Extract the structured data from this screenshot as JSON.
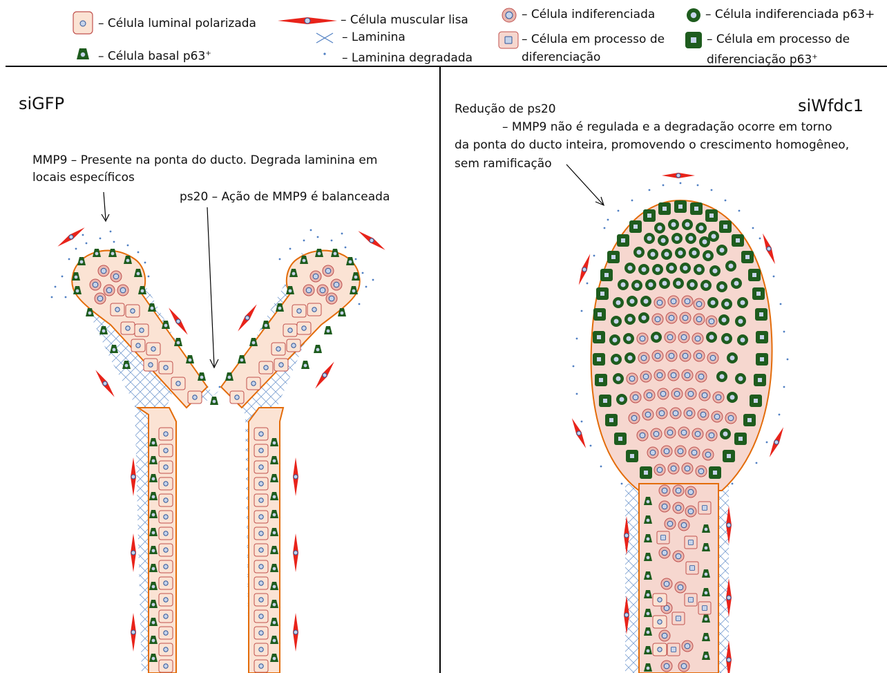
{
  "legend": {
    "luminal_polarized": "– Célula luminal polarizada",
    "basal_p63": "– Célula basal p63",
    "smooth_muscle": "– Célula muscular lisa",
    "laminin": "– Laminina",
    "laminin_degraded": "– Laminina degradada",
    "undifferentiated": "– Célula indiferenciada",
    "differentiating_line1": "– Célula em processo de",
    "differentiating_line2": "diferenciação",
    "undifferentiated_p63": "– Célula indiferenciada p63+",
    "differentiating_p63_line1": "– Célula em processo de",
    "differentiating_p63_line2": "diferenciação p63",
    "sup_plus": "+"
  },
  "left_panel": {
    "title": "siGFP",
    "mmp9_line1": "MMP9 – Presente na ponta do ducto. Degrada laminina em",
    "mmp9_line2": "locais específicos",
    "ps20": "ps20 –  Ação de MMP9 é balanceada"
  },
  "right_panel": {
    "title": "siWfdc1",
    "note_line1": "Redução de ps20",
    "note_line2": "– MMP9 não é regulada e a degradação ocorre em torno",
    "note_line3": "da ponta do ducto inteira, promovendo o crescimento homogêneo,",
    "note_line4": "sem ramificação"
  },
  "colors": {
    "luminal_fill": "#fbe3d4",
    "luminal_stroke": "#c0504d",
    "nucleus_fill": "#c5d3ea",
    "nucleus_stroke": "#2f5597",
    "basal_green": "#1e5c1e",
    "muscle_red": "#e8231a",
    "laminin_blue": "#4f7fc2",
    "membrane_orange": "#e36c0a"
  }
}
